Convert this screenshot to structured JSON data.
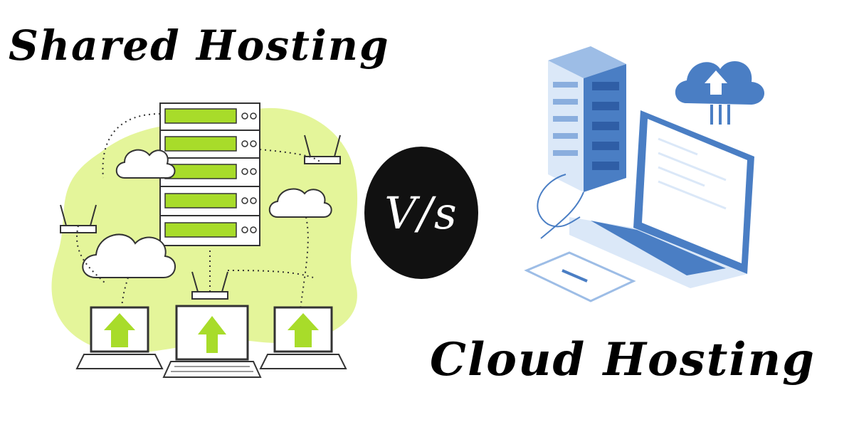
{
  "shared_hosting": {
    "title": "Shared Hosting",
    "colors": {
      "accent": "#d9f27a",
      "screen": "#a8dc2a",
      "line": "#333333"
    }
  },
  "versus": {
    "label": "V/s",
    "colors": {
      "background": "#111111",
      "text": "#ffffff"
    }
  },
  "cloud_hosting": {
    "title": "Cloud Hosting",
    "colors": {
      "primary": "#4a7ec4",
      "light": "#dbe8f8",
      "mid": "#9dbde6"
    }
  },
  "icons": [
    "server-rack-icon",
    "wifi-router-icon",
    "cloud-icon",
    "laptop-icon",
    "upload-arrow-icon",
    "cloud-upload-icon",
    "tablet-icon"
  ]
}
